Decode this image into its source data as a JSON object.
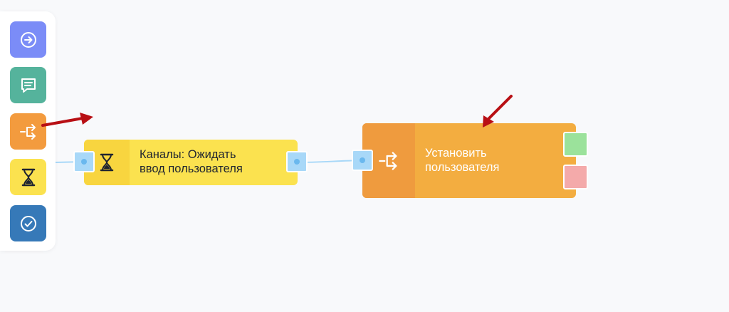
{
  "palette": {
    "items": [
      {
        "name": "enter",
        "icon": "arrow-right-circle-icon",
        "color": "#7b8cf7"
      },
      {
        "name": "message",
        "icon": "message-icon",
        "color": "#55b39c"
      },
      {
        "name": "branch",
        "icon": "branch-arrow-icon",
        "color": "#f39b3e"
      },
      {
        "name": "wait",
        "icon": "hourglass-icon",
        "color": "#fbe24f"
      },
      {
        "name": "finish",
        "icon": "check-circle-icon",
        "color": "#3679b8"
      }
    ]
  },
  "nodes": {
    "wait": {
      "label_line1": "Каналы: Ожидать",
      "label_line2": "ввод пользователя",
      "icon": "hourglass-icon",
      "color": "#fbe24f"
    },
    "set_user": {
      "label_line1": "Установить",
      "label_line2": "пользователя",
      "icon": "branch-arrow-icon",
      "color": "#f3ad40",
      "outputs": [
        {
          "name": "success",
          "color": "#9be29b"
        },
        {
          "name": "failure",
          "color": "#f4aaaa"
        }
      ]
    }
  },
  "annotations": {
    "arrow_color": "#b80f14"
  }
}
